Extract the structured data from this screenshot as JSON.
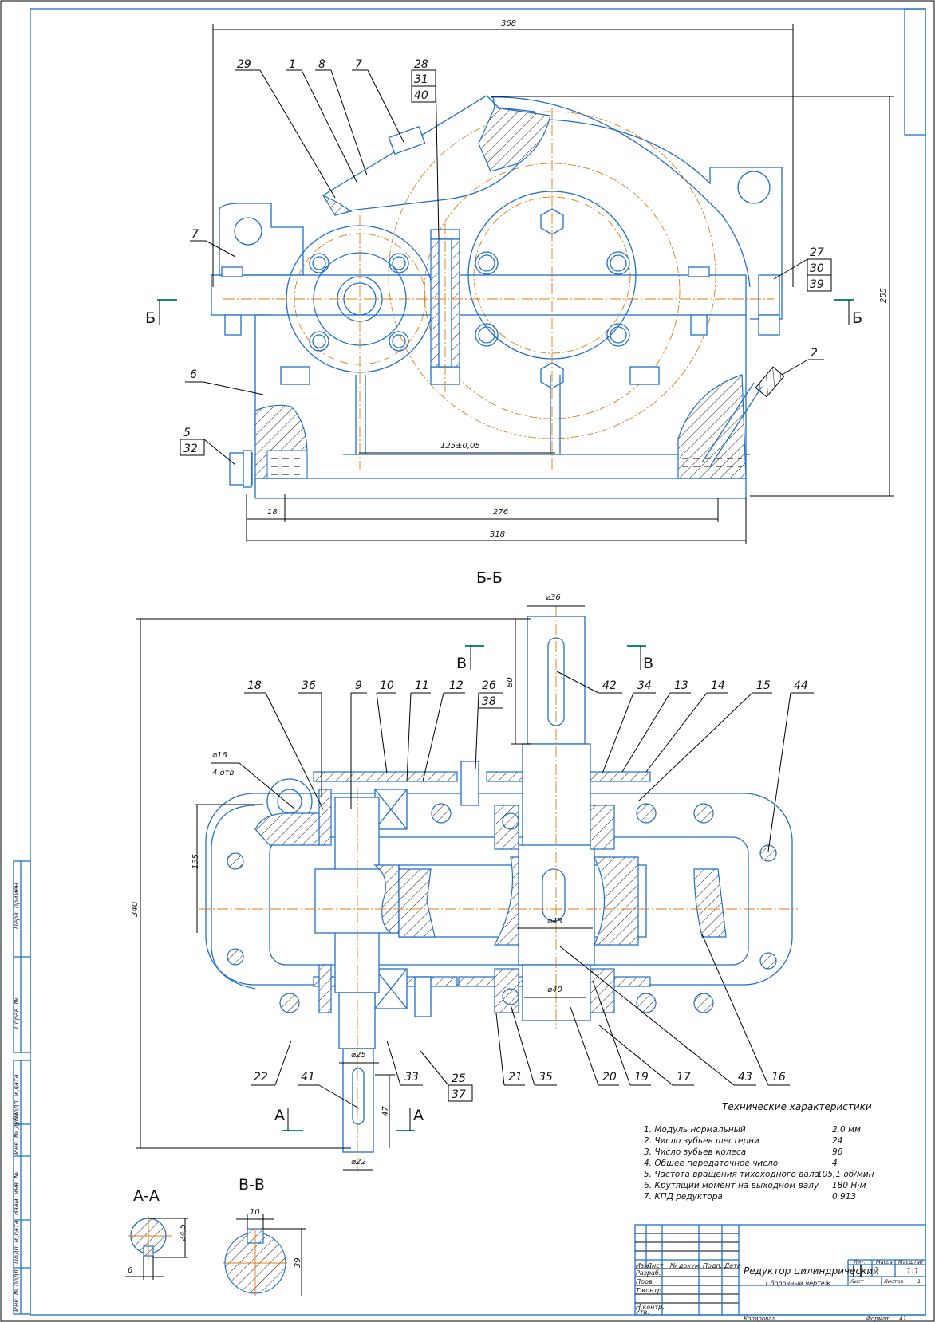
{
  "document": {
    "type": "assembly drawing",
    "title": "Редуктор цилиндрический",
    "subtitle": "Сборочный чертеж",
    "scale": "1:1",
    "sheet_total": "1",
    "format": "A1",
    "copied_label": "Копировал",
    "format_label": "Формат"
  },
  "colors": {
    "outline": "#1f6fc8",
    "centerline": "#e07a10",
    "dimension": "#000000",
    "section_marker": "#138a7a"
  },
  "top_view": {
    "dimensions": {
      "overall_width": "368",
      "height": "255",
      "center_distance": "125±0,05",
      "base_length": "276",
      "base_width": "318",
      "drain_offset": "18"
    },
    "section_mark_left": "Б",
    "section_mark_right": "Б",
    "callouts": [
      "29",
      "1",
      "8",
      "7",
      "7",
      "6",
      "5",
      "32",
      "2"
    ],
    "callout_stack_top": [
      "28",
      "31",
      "40"
    ],
    "callout_stack_right": [
      "27",
      "30",
      "39"
    ]
  },
  "section_bb": {
    "title": "Б-Б",
    "section_mark_left": "В",
    "section_mark_right": "В",
    "section_mark_a_left": "А",
    "section_mark_a_right": "А",
    "dimensions": {
      "overall_height": "340",
      "output_shaft_dia": "⌀36",
      "output_shaft_len": "80",
      "bolt_hole": "⌀16",
      "bolt_hole_count": "4 отв.",
      "half_height": "135",
      "wheel_bore": "⌀48",
      "bearing_seat_out": "⌀40",
      "bearing_seat_in": "⌀25",
      "input_shaft_dia": "⌀22",
      "input_shaft_len": "47"
    },
    "callouts_top": [
      "18",
      "36",
      "9",
      "10",
      "11",
      "12",
      "42",
      "34",
      "13",
      "14",
      "15",
      "44"
    ],
    "callout_stack_top": [
      "26",
      "38"
    ],
    "callouts_bottom": [
      "22",
      "41",
      "33",
      "21",
      "35",
      "20",
      "19",
      "17",
      "43",
      "16"
    ],
    "callout_stack_bottom": [
      "25",
      "37"
    ]
  },
  "section_aa": {
    "title": "А-А",
    "height": "24,5",
    "key_width": "6"
  },
  "section_vv": {
    "title": "В-В",
    "key_width": "10",
    "height": "39"
  },
  "specs": {
    "title": "Технические характеристики",
    "items": [
      {
        "label": "1. Модуль нормальный",
        "value": "2,0 мм"
      },
      {
        "label": "2. Число зубьев шестерни",
        "value": "24"
      },
      {
        "label": "3. Число зубьев колеса",
        "value": "96"
      },
      {
        "label": "4. Общее передаточное число",
        "value": "4"
      },
      {
        "label": "5. Частота вращения тихоходного вала",
        "value": "105,1 об/мин"
      },
      {
        "label": "6. Крутящий момент на выходном валу",
        "value": "180 Н·м"
      },
      {
        "label": "7. КПД редуктора",
        "value": "0,913"
      }
    ]
  },
  "title_block": {
    "header": [
      "Изм.",
      "Лист",
      "№ докум.",
      "Подп.",
      "Дата"
    ],
    "roles": [
      "Разраб.",
      "Пров.",
      "Т.контр.",
      "",
      "Н.контр.",
      "Утв."
    ],
    "lit_label": "Лит.",
    "mass_label": "Масса",
    "scale_label": "Масштаб",
    "sheet_label": "Лист",
    "sheets_label": "Листов"
  },
  "side_stamp": [
    "Перв. примен.",
    "Справ. №",
    "Подп. и дата",
    "Инв. № дубл.",
    "Взам. инв. №",
    "Подп. и дата",
    "Инв. № подл."
  ]
}
